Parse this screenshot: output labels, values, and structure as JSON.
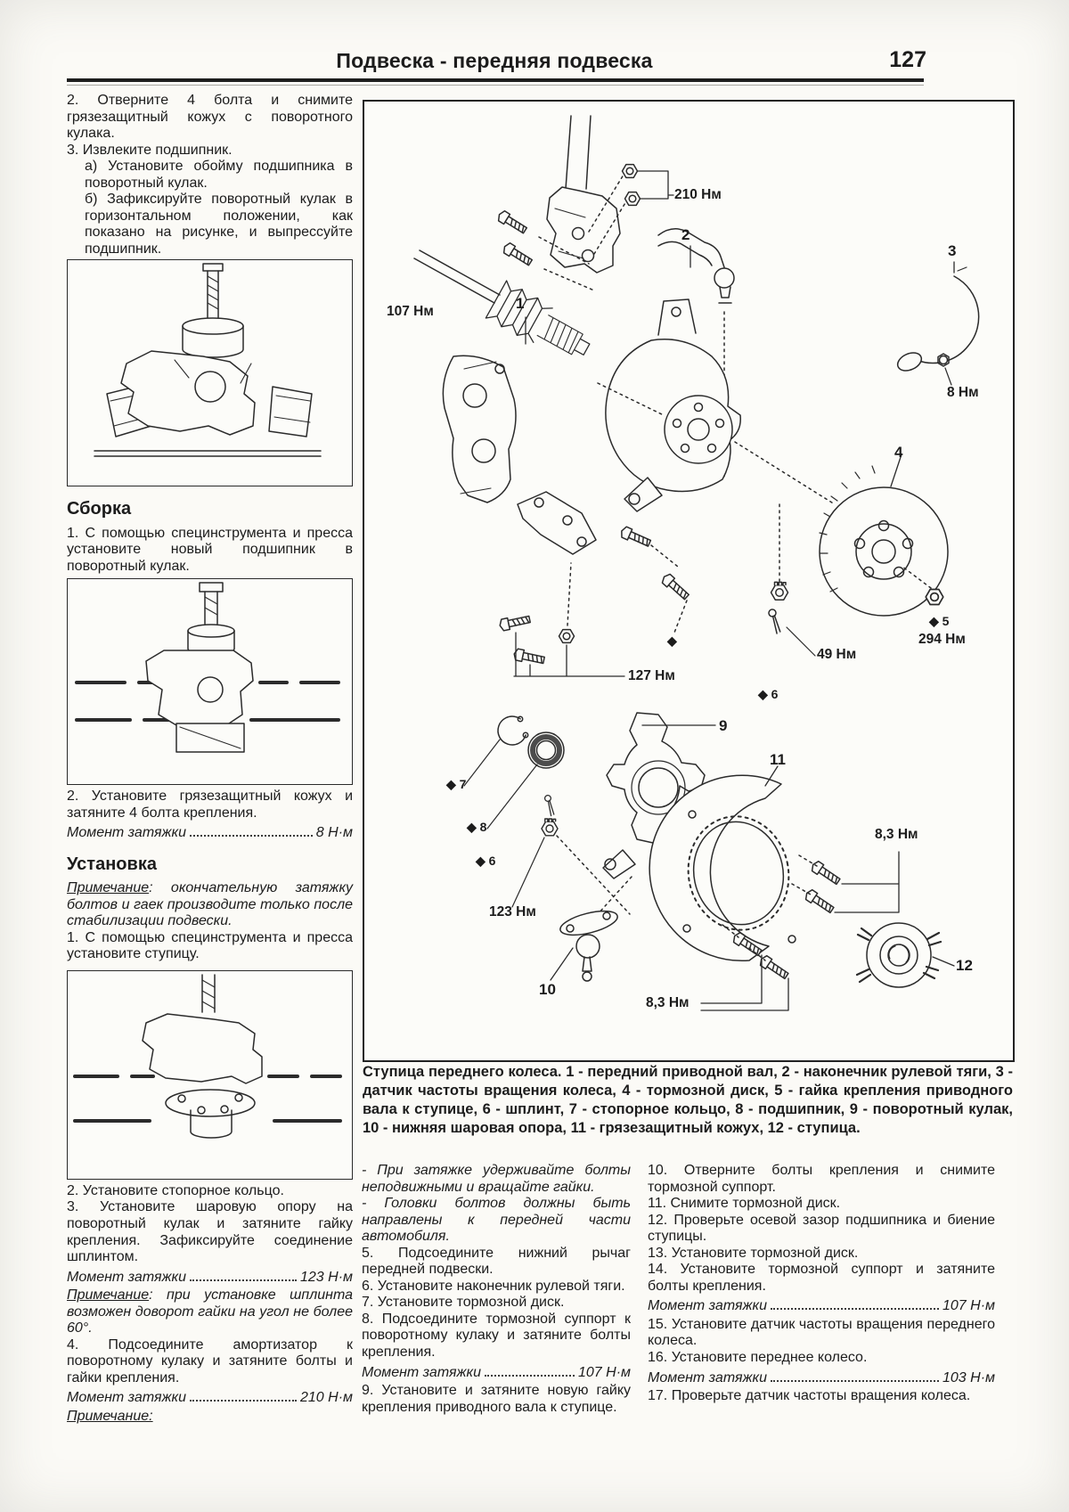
{
  "header": {
    "title": "Подвеска - передняя подвеска",
    "page_number": "127"
  },
  "left_column": {
    "intro": [
      "2. Отверните 4 болта и снимите грязезащитный кожух с поворотного кулака.",
      "3. Извлеките подшипник.",
      "а) Установите обойму подшипника в поворотный кулак.",
      "б) Зафиксируйте поворотный кулак в горизонтальном положении, как показано на рисунке, и выпрессуйте подшипник."
    ],
    "assembly_heading": "Сборка",
    "assembly_step1": "1. С помощью специнструмента и пресса установите новый подшипник в поворотный кулак.",
    "assembly_step2": "2. Установите грязезащитный кожух и затяните 4 болта крепления.",
    "torque_8": {
      "label": "Момент затяжки",
      "value": "8 Н·м"
    },
    "install_heading": "Установка",
    "note1_label": "Примечание",
    "note1_text": ": окончательную затяжку болтов и гаек производите только после стабилизации подвески.",
    "install_step1": "1. С помощью специнструмента и пресса установите ступицу.",
    "install_step2": "2. Установите стопорное кольцо.",
    "install_step3": "3. Установите шаровую опору на поворотный кулак и затяните гайку крепления. Зафиксируйте соединение шплинтом.",
    "torque_123": {
      "label": "Момент затяжки",
      "value": "123 Н·м"
    },
    "note2_label": "Примечание",
    "note2_text": ": при установке шплинта возможен доворот гайки на угол не более 60°.",
    "install_step4": "4. Подсоедините амортизатор к поворотному кулаку и затяните болты и гайки крепления.",
    "torque_210": {
      "label": "Момент затяжки",
      "value": "210 Н·м"
    },
    "note3_label": "Примечание:"
  },
  "diagram": {
    "caption": "Ступица переднего колеса. 1 - передний приводной вал, 2 - наконечник рулевой тяги, 3 - датчик частоты вращения колеса, 4 - тормозной диск, 5 - гайка крепления приводного вала к ступице, 6 - шплинт, 7 - стопорное кольцо, 8 - подшипник, 9 - поворотный кулак, 10 - нижняя шаровая опора, 11 - грязезащитный кожух, 12 - ступица.",
    "callouts": {
      "n1": "1",
      "n2": "2",
      "n3": "3",
      "n4": "4",
      "n9": "9",
      "n10": "10",
      "n11": "11",
      "n12": "12"
    },
    "diamonds": {
      "d5": "◆ 5",
      "d6_right": "◆ 6",
      "d6_left": "◆ 6",
      "d7": "◆ 7",
      "d8": "◆ 8",
      "lone": "◆"
    },
    "torques": {
      "t210": "210 Нм",
      "t107": "107 Нм",
      "t8": "8 Нм",
      "t294": "294 Нм",
      "t49": "49 Нм",
      "t127": "127 Нм",
      "t123": "123 Нм",
      "t83_upper": "8,3 Нм",
      "t83_lower": "8,3 Нм"
    }
  },
  "middle_column": {
    "note_items": [
      "- При затяжке удерживайте болты неподвижными и вращайте гайки.",
      "- Головки болтов должны быть направлены к передней части автомобиля."
    ],
    "steps": [
      "5. Подсоедините нижний рычаг передней подвески.",
      "6. Установите наконечник рулевой тяги.",
      "7. Установите тормозной диск.",
      "8. Подсоедините тормозной суппорт к поворотному кулаку и затяните болты крепления."
    ],
    "torque_107": {
      "label": "Момент затяжки",
      "value": "107 Н·м"
    },
    "step9": "9. Установите и затяните новую гайку крепления приводного вала к ступице."
  },
  "right_column": {
    "steps_a": [
      "10. Отверните болты крепления и снимите тормозной суппорт.",
      "11. Снимите тормозной диск.",
      "12. Проверьте осевой зазор подшипника и биение ступицы.",
      "13. Установите тормозной диск.",
      "14. Установите тормозной суппорт и затяните болты крепления."
    ],
    "torque_107": {
      "label": "Момент затяжки",
      "value": "107 Н·м"
    },
    "steps_b": [
      "15. Установите датчик частоты вращения переднего колеса.",
      "16. Установите переднее колесо."
    ],
    "torque_103": {
      "label": "Момент затяжки",
      "value": "103 Н·м"
    },
    "step17": "17. Проверьте датчик частоты вращения колеса."
  }
}
